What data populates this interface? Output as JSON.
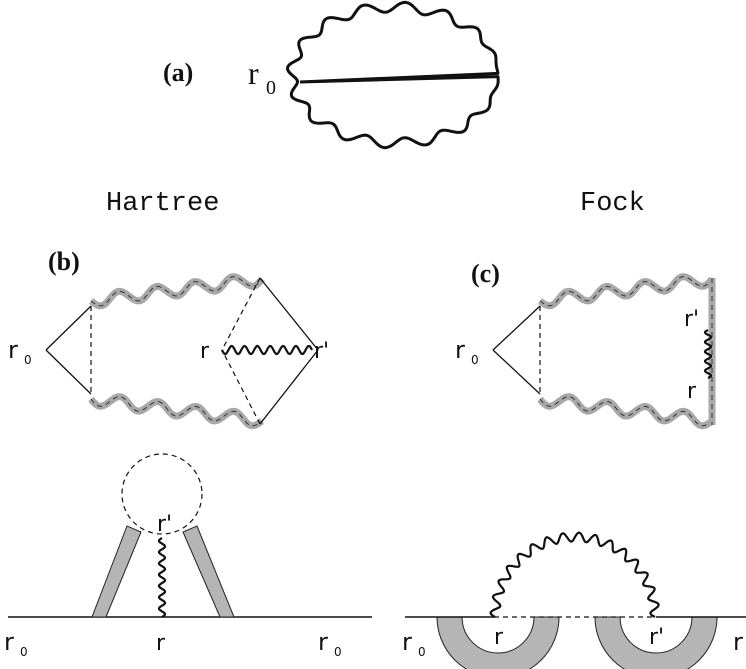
{
  "panels": {
    "a": {
      "tag": "(a)",
      "origin": "r",
      "origin_sub": "0"
    },
    "b": {
      "tag": "(b)",
      "heading": "Hartree",
      "origin": "r",
      "origin_sub": "0",
      "r": "r",
      "r_prime": "r'"
    },
    "c": {
      "tag": "(c)",
      "heading": "Fock",
      "origin": "r",
      "origin_sub": "0",
      "r": "r",
      "r_prime": "r'"
    }
  },
  "lower_hartree": {
    "r_prime": "r'",
    "r": "r",
    "r0_left": "r",
    "r0_right": "r",
    "sub": "0"
  },
  "lower_fock": {
    "r0_left": "r",
    "r0_right": "r",
    "r": "r",
    "r_prime": "r'",
    "sub": "0"
  },
  "colors": {
    "ink": "#111111",
    "band": "#b5b5b5"
  }
}
